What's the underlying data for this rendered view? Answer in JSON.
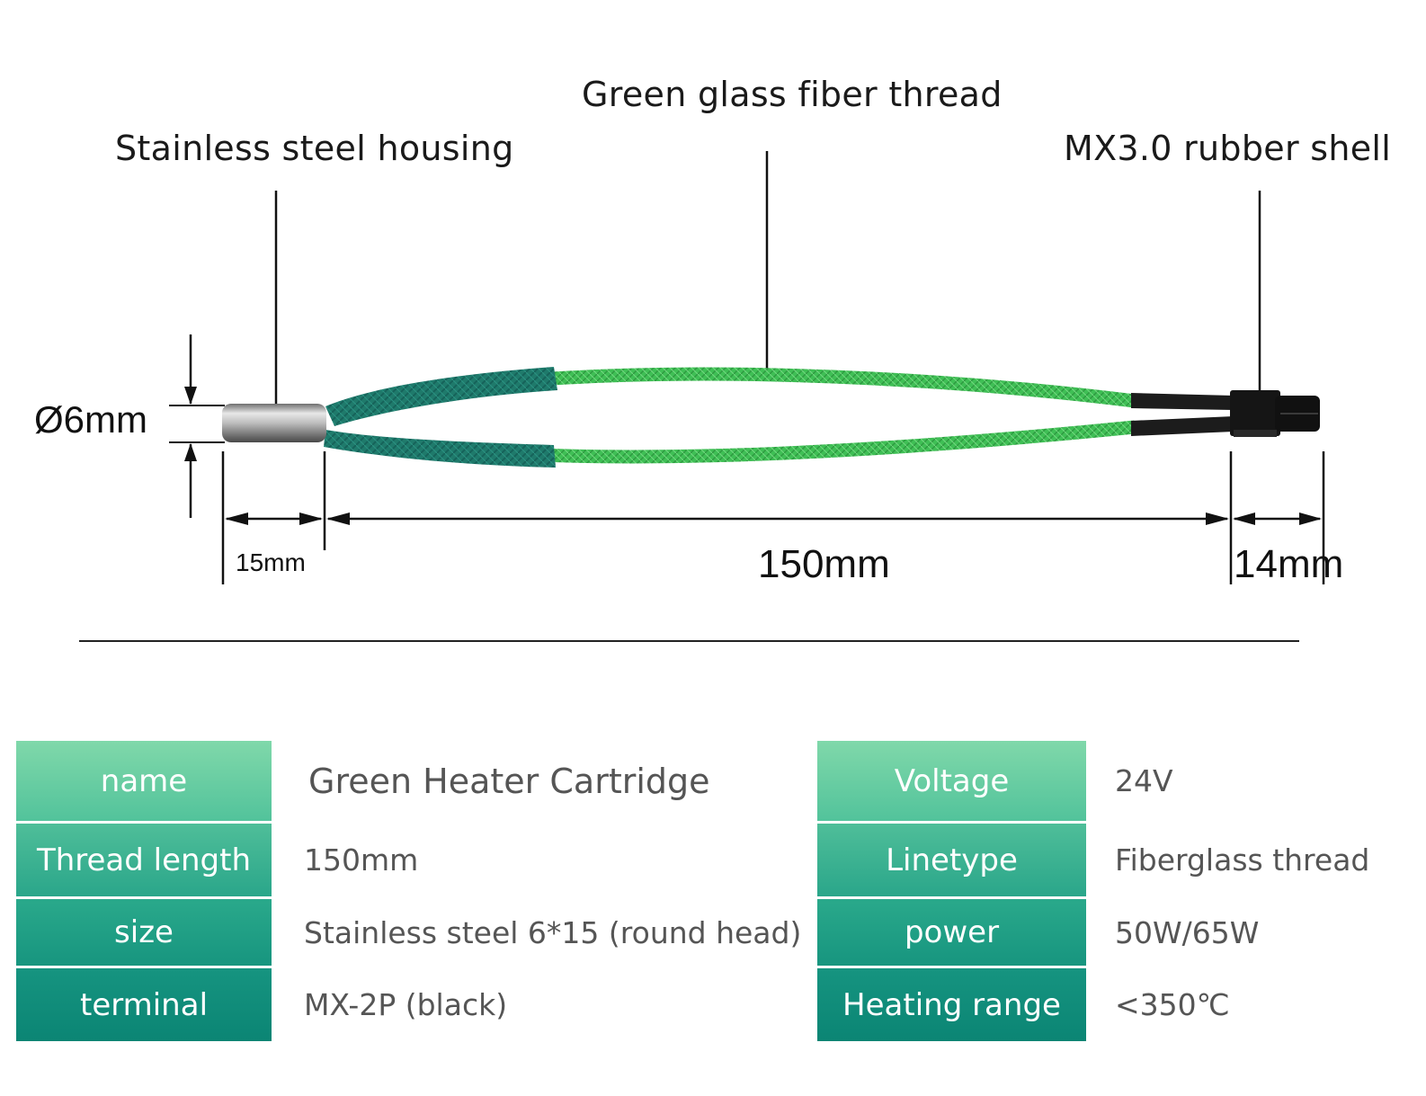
{
  "callouts": {
    "housing": "Stainless steel housing",
    "fiber": "Green glass fiber thread",
    "shell": "MX3.0 rubber shell"
  },
  "dimensions": {
    "diameter": "Ø6mm",
    "housing_length": "15mm",
    "thread_length": "150mm",
    "terminal_length": "14mm"
  },
  "specs_left": [
    {
      "label": "name",
      "value": "Green Heater Cartridge"
    },
    {
      "label": "Thread length",
      "value": "150mm"
    },
    {
      "label": "size",
      "value": "Stainless steel 6*15 (round head)"
    },
    {
      "label": "terminal",
      "value": "MX-2P (black)"
    }
  ],
  "specs_right": [
    {
      "label": "Voltage",
      "value": "24V"
    },
    {
      "label": "Linetype",
      "value": "Fiberglass thread"
    },
    {
      "label": "power",
      "value": "50W/65W"
    },
    {
      "label": "Heating range",
      "value": "<350℃"
    }
  ],
  "colors": {
    "wire_green": "#39b54a",
    "sleeve_teal": "#1f7f6e",
    "label_cell_top": "#7fd6a8",
    "label_cell_bottom": "#0f8a78"
  }
}
